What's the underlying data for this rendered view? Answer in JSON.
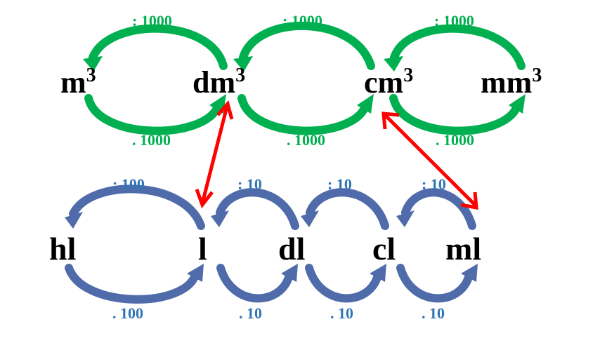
{
  "colors": {
    "green": "#00B050",
    "blue": "#4F6BAA",
    "blue_label": "#2E75B6",
    "red": "#FF0000"
  },
  "volume_units": {
    "m3": {
      "base": "m",
      "exp": "3"
    },
    "dm3": {
      "base": "dm",
      "exp": "3"
    },
    "cm3": {
      "base": "cm",
      "exp": "3"
    },
    "mm3": {
      "base": "mm",
      "exp": "3"
    }
  },
  "volume_labels": {
    "top": [
      ": 1000",
      ": 1000",
      ": 1000"
    ],
    "bottom": [
      ". 1000",
      ". 1000",
      ". 1000"
    ]
  },
  "liter_units": {
    "hl": "hl",
    "l": "l",
    "dl": "dl",
    "cl": "cl",
    "ml": "ml"
  },
  "liter_labels": {
    "top": [
      ": 100",
      ": 10",
      ": 10",
      ": 10"
    ],
    "bottom": [
      ". 100",
      ". 10",
      ". 10",
      ". 10"
    ]
  }
}
